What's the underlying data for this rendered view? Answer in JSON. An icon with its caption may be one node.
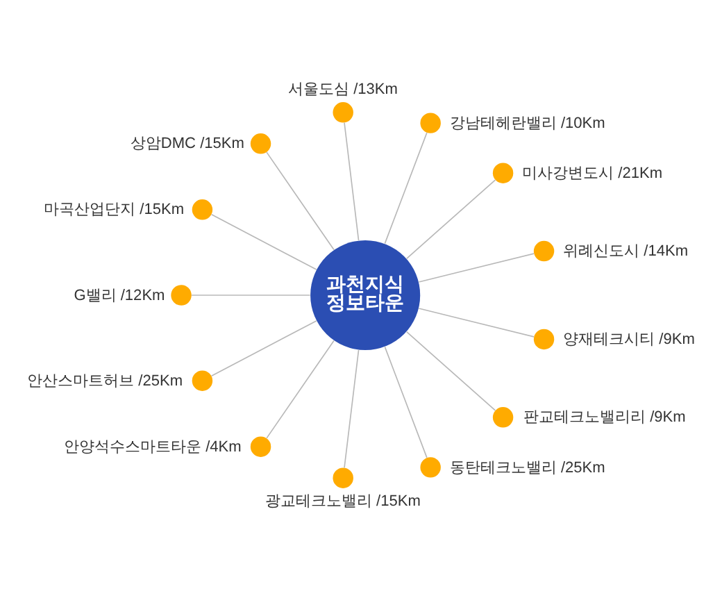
{
  "diagram": {
    "nodes": [
      {
        "text": [
          "과천지식 정보타운"
        ]
      },
      {
        "text": [],
        "shape": "circle",
        "beside": [
          "서울도심 /13Km"
        ]
      },
      {
        "text": [],
        "shape": "circle",
        "beside": [
          "미사강변도시 /21Km"
        ]
      },
      {
        "text": [],
        "shape": "circle",
        "beside": [
          "상암DMC /15Km"
        ]
      },
      {
        "text": [],
        "shape": "circle",
        "beside": [
          "강남테헤란밸리 /10Km"
        ]
      },
      {
        "text": [],
        "shape": "circle",
        "beside": [
          "마곡산업단지 /15Km"
        ]
      },
      {
        "text": [],
        "shape": "circle",
        "beside": [
          "위례신도시 /14Km"
        ]
      },
      {
        "text": [],
        "shape": "circle",
        "beside": [
          "양재테크시티 /9Km"
        ]
      },
      {
        "text": [],
        "shape": "circle",
        "beside": [
          "G밸리 /12Km"
        ]
      },
      {
        "text": [],
        "shape": "circle",
        "beside": [
          "판교테크노밸리리 /9Km"
        ]
      },
      {
        "text": [],
        "shape": "circle",
        "beside": [
          "안양석수스마트타운 /4Km"
        ]
      },
      {
        "text": [],
        "shape": "circle",
        "beside": [
          "광교테크노밸리 /15Km"
        ]
      },
      {
        "text": [],
        "shape": "circle",
        "beside": [
          "안산스마트허브 /25Km"
        ]
      },
      {
        "text": [],
        "shape": "circle",
        "beside": [
          "동탄테크노밸리 /25Km"
        ]
      }
    ],
    "edges": [
      {
        "from": 0,
        "to": 1,
        "arrow": "none"
      },
      {
        "from": 0,
        "to": 2,
        "arrow": "none"
      },
      {
        "from": 0,
        "to": 4,
        "arrow": "none"
      },
      {
        "from": 0,
        "to": 6,
        "arrow": "none"
      },
      {
        "from": 0,
        "to": 7,
        "arrow": "none"
      },
      {
        "from": 0,
        "to": 9,
        "arrow": "none"
      },
      {
        "from": 0,
        "to": 13,
        "arrow": "none"
      },
      {
        "from": 0,
        "to": 11,
        "arrow": "none"
      },
      {
        "from": 0,
        "to": 12,
        "arrow": "none"
      },
      {
        "from": 0,
        "to": 10,
        "arrow": "none"
      },
      {
        "from": 0,
        "to": 8,
        "arrow": "none"
      },
      {
        "from": 0,
        "to": 5,
        "arrow": "none"
      },
      {
        "from": 0,
        "to": 3,
        "arrow": "none"
      }
    ]
  }
}
